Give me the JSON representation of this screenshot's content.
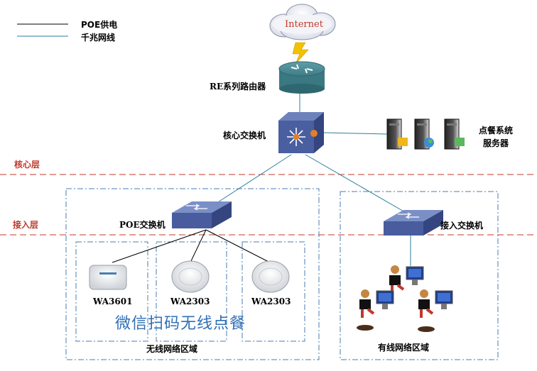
{
  "legend": {
    "poe_label": "POE供电",
    "gigabit_label": "千兆网线"
  },
  "cloud": {
    "label": "Internet"
  },
  "nodes": {
    "router": "RE系列路由器",
    "core_switch": "核心交换机",
    "servers": [
      "点餐系统",
      "服务器"
    ],
    "poe_switch": "POE交换机",
    "access_switch": "接入交换机",
    "ap1": "WA3601",
    "ap2": "WA2303",
    "ap3": "WA2303"
  },
  "layers": {
    "core": "核心层",
    "access": "接入层"
  },
  "zones": {
    "wireless": "无线网络区域",
    "wired": "有线网络区域"
  },
  "overlay_text": "微信扫码无线点餐",
  "colors": {
    "poe_line": "#000000",
    "gigabit_line": "#2a7fa0",
    "layer_divider": "#c0392b",
    "zone_border": "#4a7eb3",
    "switch_top": "#6b7fb8",
    "switch_front": "#3d4f8f"
  }
}
